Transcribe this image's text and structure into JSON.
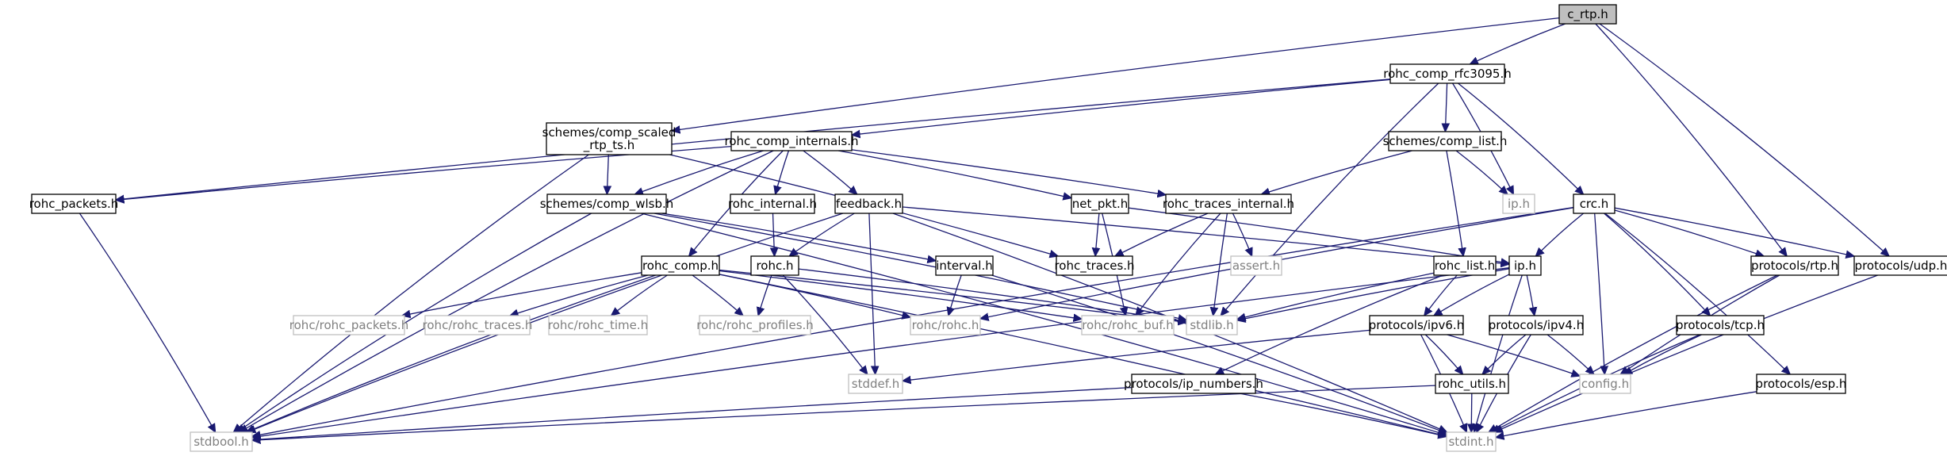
{
  "colors": {
    "edge": "#191970",
    "node_border": "#000000",
    "node_text": "#000000",
    "external_border": "#bfbfbf",
    "external_text": "#808080",
    "root_fill": "#bfbfbf"
  },
  "nodes": [
    {
      "id": "c_rtp",
      "label": "c_rtp.h",
      "kind": "root"
    },
    {
      "id": "rohc_comp_rfc3095",
      "label": "rohc_comp_rfc3095.h",
      "kind": "normal"
    },
    {
      "id": "comp_scaled",
      "label": "schemes/comp_scaled\n_rtp_ts.h",
      "kind": "normal"
    },
    {
      "id": "rohc_comp_internals",
      "label": "rohc_comp_internals.h",
      "kind": "normal"
    },
    {
      "id": "comp_list",
      "label": "schemes/comp_list.h",
      "kind": "normal"
    },
    {
      "id": "rohc_packets",
      "label": "rohc_packets.h",
      "kind": "normal"
    },
    {
      "id": "comp_wlsb",
      "label": "schemes/comp_wlsb.h",
      "kind": "normal"
    },
    {
      "id": "rohc_internal",
      "label": "rohc_internal.h",
      "kind": "normal"
    },
    {
      "id": "feedback",
      "label": "feedback.h",
      "kind": "normal"
    },
    {
      "id": "net_pkt",
      "label": "net_pkt.h",
      "kind": "normal"
    },
    {
      "id": "rohc_traces_internal",
      "label": "rohc_traces_internal.h",
      "kind": "normal"
    },
    {
      "id": "ip_h_ext",
      "label": "ip.h",
      "kind": "external"
    },
    {
      "id": "crc",
      "label": "crc.h",
      "kind": "normal"
    },
    {
      "id": "rohc_comp",
      "label": "rohc_comp.h",
      "kind": "normal"
    },
    {
      "id": "rohc_h",
      "label": "rohc.h",
      "kind": "normal"
    },
    {
      "id": "interval",
      "label": "interval.h",
      "kind": "normal"
    },
    {
      "id": "rohc_traces",
      "label": "rohc_traces.h",
      "kind": "normal"
    },
    {
      "id": "assert",
      "label": "assert.h",
      "kind": "external"
    },
    {
      "id": "rohc_list",
      "label": "rohc_list.h",
      "kind": "normal"
    },
    {
      "id": "ip_h",
      "label": "ip.h",
      "kind": "normal"
    },
    {
      "id": "protocols_rtp",
      "label": "protocols/rtp.h",
      "kind": "normal"
    },
    {
      "id": "protocols_udp",
      "label": "protocols/udp.h",
      "kind": "normal"
    },
    {
      "id": "rohc_rohc_packets",
      "label": "rohc/rohc_packets.h",
      "kind": "external"
    },
    {
      "id": "rohc_rohc_traces",
      "label": "rohc/rohc_traces.h",
      "kind": "external"
    },
    {
      "id": "rohc_rohc_time",
      "label": "rohc/rohc_time.h",
      "kind": "external"
    },
    {
      "id": "rohc_rohc_profiles",
      "label": "rohc/rohc_profiles.h",
      "kind": "external"
    },
    {
      "id": "rohc_rohc",
      "label": "rohc/rohc.h",
      "kind": "external"
    },
    {
      "id": "rohc_rohc_buf",
      "label": "rohc/rohc_buf.h",
      "kind": "external"
    },
    {
      "id": "stdlib",
      "label": "stdlib.h",
      "kind": "external"
    },
    {
      "id": "protocols_ipv6",
      "label": "protocols/ipv6.h",
      "kind": "normal"
    },
    {
      "id": "protocols_ipv4",
      "label": "protocols/ipv4.h",
      "kind": "normal"
    },
    {
      "id": "protocols_tcp",
      "label": "protocols/tcp.h",
      "kind": "normal"
    },
    {
      "id": "stddef",
      "label": "stddef.h",
      "kind": "external"
    },
    {
      "id": "config",
      "label": "config.h",
      "kind": "external"
    },
    {
      "id": "protocols_ip_numbers",
      "label": "protocols/ip_numbers.h",
      "kind": "normal"
    },
    {
      "id": "rohc_utils",
      "label": "rohc_utils.h",
      "kind": "normal"
    },
    {
      "id": "protocols_esp",
      "label": "protocols/esp.h",
      "kind": "normal"
    },
    {
      "id": "stdbool",
      "label": "stdbool.h",
      "kind": "external"
    },
    {
      "id": "stdint",
      "label": "stdint.h",
      "kind": "external"
    }
  ],
  "edges": [
    [
      "c_rtp",
      "rohc_comp_rfc3095"
    ],
    [
      "c_rtp",
      "comp_scaled"
    ],
    [
      "c_rtp",
      "protocols_rtp"
    ],
    [
      "c_rtp",
      "protocols_udp"
    ],
    [
      "rohc_comp_rfc3095",
      "rohc_comp_internals"
    ],
    [
      "rohc_comp_rfc3095",
      "comp_list"
    ],
    [
      "rohc_comp_rfc3095",
      "rohc_packets"
    ],
    [
      "rohc_comp_rfc3095",
      "ip_h_ext"
    ],
    [
      "rohc_comp_rfc3095",
      "crc"
    ],
    [
      "rohc_comp_rfc3095",
      "stdlib"
    ],
    [
      "comp_scaled",
      "comp_wlsb"
    ],
    [
      "comp_scaled",
      "rohc_traces"
    ],
    [
      "comp_scaled",
      "stdbool"
    ],
    [
      "rohc_comp_internals",
      "rohc_packets"
    ],
    [
      "rohc_comp_internals",
      "comp_wlsb"
    ],
    [
      "rohc_comp_internals",
      "rohc_internal"
    ],
    [
      "rohc_comp_internals",
      "feedback"
    ],
    [
      "rohc_comp_internals",
      "net_pkt"
    ],
    [
      "rohc_comp_internals",
      "rohc_traces_internal"
    ],
    [
      "rohc_comp_internals",
      "rohc_comp"
    ],
    [
      "rohc_comp_internals",
      "stdbool"
    ],
    [
      "comp_list",
      "rohc_traces_internal"
    ],
    [
      "comp_list",
      "rohc_list"
    ],
    [
      "comp_list",
      "ip_h_ext"
    ],
    [
      "rohc_packets",
      "stdbool"
    ],
    [
      "comp_wlsb",
      "interval"
    ],
    [
      "comp_wlsb",
      "stdlib"
    ],
    [
      "comp_wlsb",
      "stdint"
    ],
    [
      "comp_wlsb",
      "stdbool"
    ],
    [
      "rohc_internal",
      "rohc_h"
    ],
    [
      "feedback",
      "rohc_h"
    ],
    [
      "feedback",
      "ip_h"
    ],
    [
      "feedback",
      "stddef"
    ],
    [
      "feedback",
      "stdint"
    ],
    [
      "feedback",
      "stdbool"
    ],
    [
      "net_pkt",
      "rohc_traces"
    ],
    [
      "net_pkt",
      "ip_h"
    ],
    [
      "net_pkt",
      "rohc_rohc_buf"
    ],
    [
      "rohc_traces_internal",
      "rohc_traces"
    ],
    [
      "rohc_traces_internal",
      "assert"
    ],
    [
      "rohc_traces_internal",
      "stdlib"
    ],
    [
      "rohc_traces_internal",
      "rohc_rohc_buf"
    ],
    [
      "crc",
      "ip_h"
    ],
    [
      "crc",
      "protocols_rtp"
    ],
    [
      "crc",
      "protocols_udp"
    ],
    [
      "crc",
      "protocols_tcp"
    ],
    [
      "crc",
      "protocols_esp"
    ],
    [
      "crc",
      "rohc_rohc"
    ],
    [
      "crc",
      "config"
    ],
    [
      "crc",
      "stdbool"
    ],
    [
      "rohc_comp",
      "rohc_rohc_packets"
    ],
    [
      "rohc_comp",
      "rohc_rohc_traces"
    ],
    [
      "rohc_comp",
      "rohc_rohc_time"
    ],
    [
      "rohc_comp",
      "rohc_rohc_profiles"
    ],
    [
      "rohc_comp",
      "rohc_rohc"
    ],
    [
      "rohc_comp",
      "rohc_rohc_buf"
    ],
    [
      "rohc_comp",
      "stdlib"
    ],
    [
      "rohc_comp",
      "stdint"
    ],
    [
      "rohc_comp",
      "stdbool"
    ],
    [
      "rohc_h",
      "rohc_rohc_profiles"
    ],
    [
      "rohc_h",
      "stddef"
    ],
    [
      "rohc_h",
      "stdlib"
    ],
    [
      "interval",
      "rohc_rohc"
    ],
    [
      "interval",
      "stdint"
    ],
    [
      "rohc_list",
      "protocols_ipv6"
    ],
    [
      "rohc_list",
      "protocols_ip_numbers"
    ],
    [
      "rohc_list",
      "stdlib"
    ],
    [
      "ip_h",
      "protocols_ipv6"
    ],
    [
      "ip_h",
      "protocols_ipv4"
    ],
    [
      "ip_h",
      "stdlib"
    ],
    [
      "ip_h",
      "stdint"
    ],
    [
      "ip_h",
      "stdbool"
    ],
    [
      "protocols_rtp",
      "config"
    ],
    [
      "protocols_rtp",
      "stdint"
    ],
    [
      "protocols_udp",
      "stdint"
    ],
    [
      "protocols_ipv6",
      "rohc_utils"
    ],
    [
      "protocols_ipv6",
      "config"
    ],
    [
      "protocols_ipv6",
      "stddef"
    ],
    [
      "protocols_ipv6",
      "stdint"
    ],
    [
      "protocols_ipv4",
      "rohc_utils"
    ],
    [
      "protocols_ipv4",
      "config"
    ],
    [
      "protocols_ipv4",
      "stdint"
    ],
    [
      "protocols_tcp",
      "config"
    ],
    [
      "protocols_tcp",
      "stdint"
    ],
    [
      "protocols_ip_numbers",
      "stdint"
    ],
    [
      "protocols_ip_numbers",
      "stdbool"
    ],
    [
      "rohc_utils",
      "stdint"
    ],
    [
      "rohc_utils",
      "stdbool"
    ],
    [
      "protocols_esp",
      "stdint"
    ]
  ]
}
